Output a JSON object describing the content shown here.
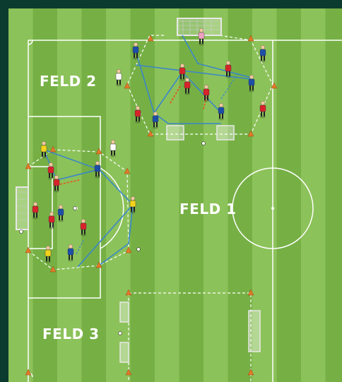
{
  "labels": {
    "field2": "FELD 2",
    "field1": "FELD 1",
    "field3": "FELD 3"
  },
  "colors": {
    "border": "#0b3b2e",
    "grass_light": "#8cc25a",
    "grass_dark": "#76b045",
    "line": "#ffffff",
    "pass_line": "#3a86c8",
    "run_line": "#e5531a",
    "cone": "#e07a2a",
    "team_red": "#d8232a",
    "team_blue": "#1d4fa8",
    "team_yellow": "#f2d21b",
    "neutral_white": "#ffffff"
  },
  "icons": [
    "player-icon",
    "cone-icon",
    "goal-icon",
    "ball-icon"
  ]
}
